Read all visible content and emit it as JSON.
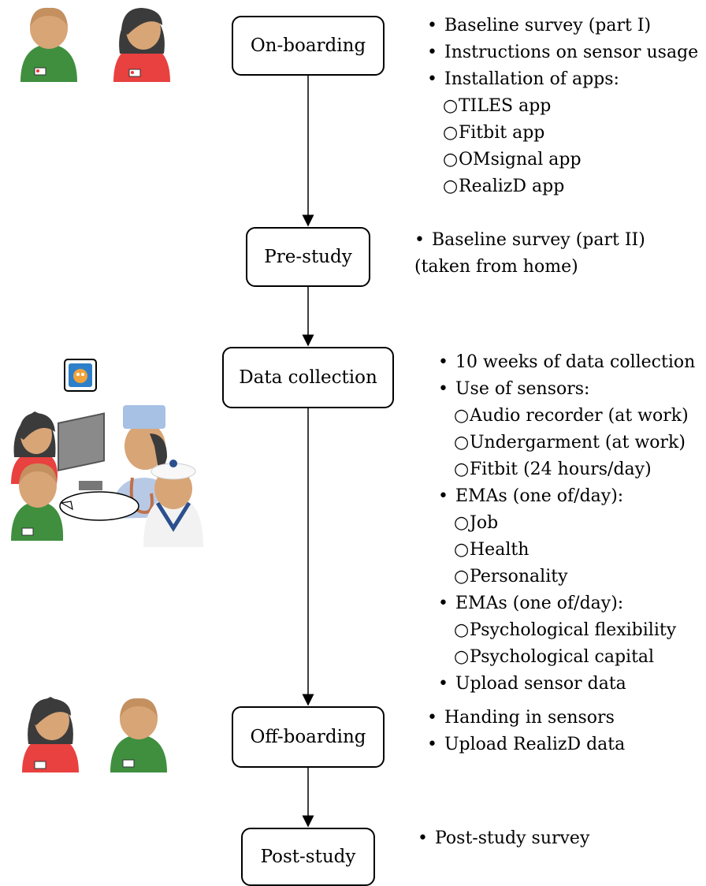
{
  "stages": [
    {
      "label": "On-boarding",
      "notes": [
        {
          "level": 1,
          "text": "Baseline survey (part I)"
        },
        {
          "level": 1,
          "text": "Instructions on sensor usage"
        },
        {
          "level": 1,
          "text": "Installation of apps:"
        },
        {
          "level": 2,
          "text": "TILES app"
        },
        {
          "level": 2,
          "text": "Fitbit app"
        },
        {
          "level": 2,
          "text": "OMsignal app"
        },
        {
          "level": 2,
          "text": "RealizD app"
        }
      ]
    },
    {
      "label": "Pre-study",
      "notes": [
        {
          "level": 1,
          "text": "Baseline survey (part II)"
        },
        {
          "level": 0,
          "text": "(taken from home)"
        }
      ]
    },
    {
      "label": "Data collection",
      "notes": [
        {
          "level": 1,
          "text": "10 weeks of data collection"
        },
        {
          "level": 1,
          "text": "Use of sensors:"
        },
        {
          "level": 2,
          "text": "Audio recorder (at work)"
        },
        {
          "level": 2,
          "text": "Undergarment (at work)"
        },
        {
          "level": 2,
          "text": "Fitbit (24 hours/day)"
        },
        {
          "level": 1,
          "text": "EMAs (one of/day):"
        },
        {
          "level": 2,
          "text": "Job"
        },
        {
          "level": 2,
          "text": "Health"
        },
        {
          "level": 2,
          "text": "Personality"
        },
        {
          "level": 1,
          "text": "EMAs (one of/day):"
        },
        {
          "level": 2,
          "text": "Psychological flexibility"
        },
        {
          "level": 2,
          "text": "Psychological capital"
        },
        {
          "level": 1,
          "text": "Upload sensor data"
        }
      ]
    },
    {
      "label": "Off-boarding",
      "notes": [
        {
          "level": 1,
          "text": "Handing in sensors"
        },
        {
          "level": 1,
          "text": "Upload RealizD data"
        }
      ]
    },
    {
      "label": "Post-study",
      "notes": [
        {
          "level": 1,
          "text": "Post-study survey"
        }
      ]
    }
  ],
  "symbols": {
    "bullet": "•",
    "sub_bullet": "○"
  },
  "colors": {
    "male_shirt": "#3f8f3f",
    "female_shirt": "#e8413f",
    "skin": "#d8a577",
    "hair_dark": "#3b3b3b",
    "monitor": "#8a8a8a",
    "nurse_uniform": "#b8c9e6"
  }
}
